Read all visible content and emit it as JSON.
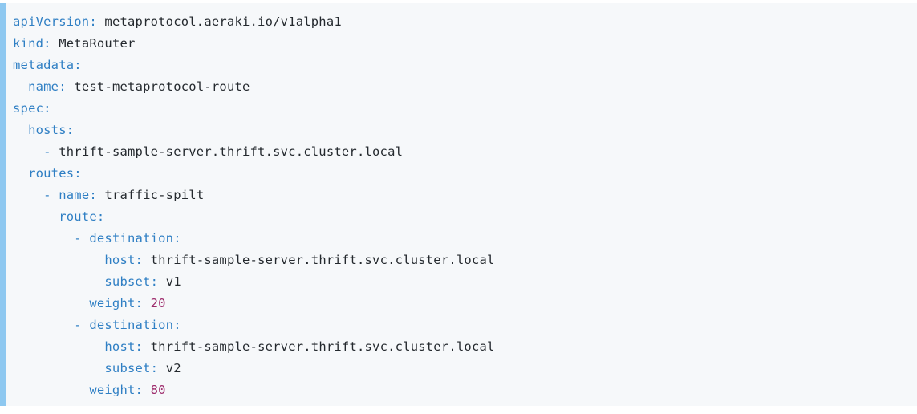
{
  "code_block": {
    "language": "yaml",
    "accent_bar_color": "#8ec8f0",
    "background_color": "#f6f8fa",
    "key_color": "#2f7fc4",
    "string_color": "#24292e",
    "number_color": "#9c2769",
    "lines": [
      {
        "id": "line-apiversion",
        "indent": "",
        "dash": "",
        "key": "apiVersion",
        "colon": ":",
        "space": " ",
        "value": "metaprotocol.aeraki.io/v1alpha1",
        "value_type": "string"
      },
      {
        "id": "line-kind",
        "indent": "",
        "dash": "",
        "key": "kind",
        "colon": ":",
        "space": " ",
        "value": "MetaRouter",
        "value_type": "string"
      },
      {
        "id": "line-metadata",
        "indent": "",
        "dash": "",
        "key": "metadata",
        "colon": ":",
        "space": "",
        "value": "",
        "value_type": "none"
      },
      {
        "id": "line-metadata-name",
        "indent": "  ",
        "dash": "",
        "key": "name",
        "colon": ":",
        "space": " ",
        "value": "test-metaprotocol-route",
        "value_type": "string"
      },
      {
        "id": "line-spec",
        "indent": "",
        "dash": "",
        "key": "spec",
        "colon": ":",
        "space": "",
        "value": "",
        "value_type": "none"
      },
      {
        "id": "line-hosts",
        "indent": "  ",
        "dash": "",
        "key": "hosts",
        "colon": ":",
        "space": "",
        "value": "",
        "value_type": "none"
      },
      {
        "id": "line-hosts-item",
        "indent": "    ",
        "dash": "- ",
        "key": "",
        "colon": "",
        "space": "",
        "value": "thrift-sample-server.thrift.svc.cluster.local",
        "value_type": "string"
      },
      {
        "id": "line-routes",
        "indent": "  ",
        "dash": "",
        "key": "routes",
        "colon": ":",
        "space": "",
        "value": "",
        "value_type": "none"
      },
      {
        "id": "line-route-name",
        "indent": "    ",
        "dash": "- ",
        "key": "name",
        "colon": ":",
        "space": " ",
        "value": "traffic-spilt",
        "value_type": "string"
      },
      {
        "id": "line-route",
        "indent": "      ",
        "dash": "",
        "key": "route",
        "colon": ":",
        "space": "",
        "value": "",
        "value_type": "none"
      },
      {
        "id": "line-destination-1",
        "indent": "        ",
        "dash": "- ",
        "key": "destination",
        "colon": ":",
        "space": "",
        "value": "",
        "value_type": "none"
      },
      {
        "id": "line-host-1",
        "indent": "            ",
        "dash": "",
        "key": "host",
        "colon": ":",
        "space": " ",
        "value": "thrift-sample-server.thrift.svc.cluster.local",
        "value_type": "string"
      },
      {
        "id": "line-subset-1",
        "indent": "            ",
        "dash": "",
        "key": "subset",
        "colon": ":",
        "space": " ",
        "value": "v1",
        "value_type": "string"
      },
      {
        "id": "line-weight-1",
        "indent": "          ",
        "dash": "",
        "key": "weight",
        "colon": ":",
        "space": " ",
        "value": "20",
        "value_type": "number"
      },
      {
        "id": "line-destination-2",
        "indent": "        ",
        "dash": "- ",
        "key": "destination",
        "colon": ":",
        "space": "",
        "value": "",
        "value_type": "none"
      },
      {
        "id": "line-host-2",
        "indent": "            ",
        "dash": "",
        "key": "host",
        "colon": ":",
        "space": " ",
        "value": "thrift-sample-server.thrift.svc.cluster.local",
        "value_type": "string"
      },
      {
        "id": "line-subset-2",
        "indent": "            ",
        "dash": "",
        "key": "subset",
        "colon": ":",
        "space": " ",
        "value": "v2",
        "value_type": "string"
      },
      {
        "id": "line-weight-2",
        "indent": "          ",
        "dash": "",
        "key": "weight",
        "colon": ":",
        "space": " ",
        "value": "80",
        "value_type": "number"
      }
    ]
  }
}
